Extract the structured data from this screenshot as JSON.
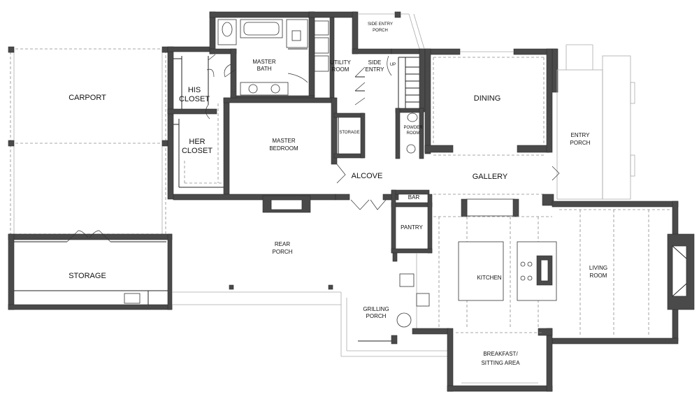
{
  "rooms": {
    "carport": "CARPORT",
    "his_closet_1": "HIS",
    "his_closet_2": "CLOSET",
    "her_closet_1": "HER",
    "her_closet_2": "CLOSET",
    "master_bath_1": "MASTER",
    "master_bath_2": "BATH",
    "master_bedroom_1": "MASTER",
    "master_bedroom_2": "BEDROOM",
    "utility_1": "UTILITY",
    "utility_2": "ROOM",
    "side_entry_porch_1": "SIDE ENTRY",
    "side_entry_porch_2": "PORCH",
    "side_entry_1": "SIDE",
    "side_entry_2": "ENTRY",
    "storage_small": "STORAGE",
    "alcove": "ALCOVE",
    "dining": "DINING",
    "powder_1": "POWDER",
    "powder_2": "ROOM",
    "entry_porch_1": "ENTRY",
    "entry_porch_2": "PORCH",
    "gallery": "GALLERY",
    "bar": "BAR",
    "pantry": "PANTRY",
    "rear_porch_1": "REAR",
    "rear_porch_2": "PORCH",
    "storage_large": "STORAGE",
    "kitchen": "KITCHEN",
    "living_1": "LIVING",
    "living_2": "ROOM",
    "grilling_1": "GRILLING",
    "grilling_2": "PORCH",
    "breakfast_1": "BREAKFAST/",
    "breakfast_2": "SITTING AREA",
    "stair_up": "UP"
  }
}
